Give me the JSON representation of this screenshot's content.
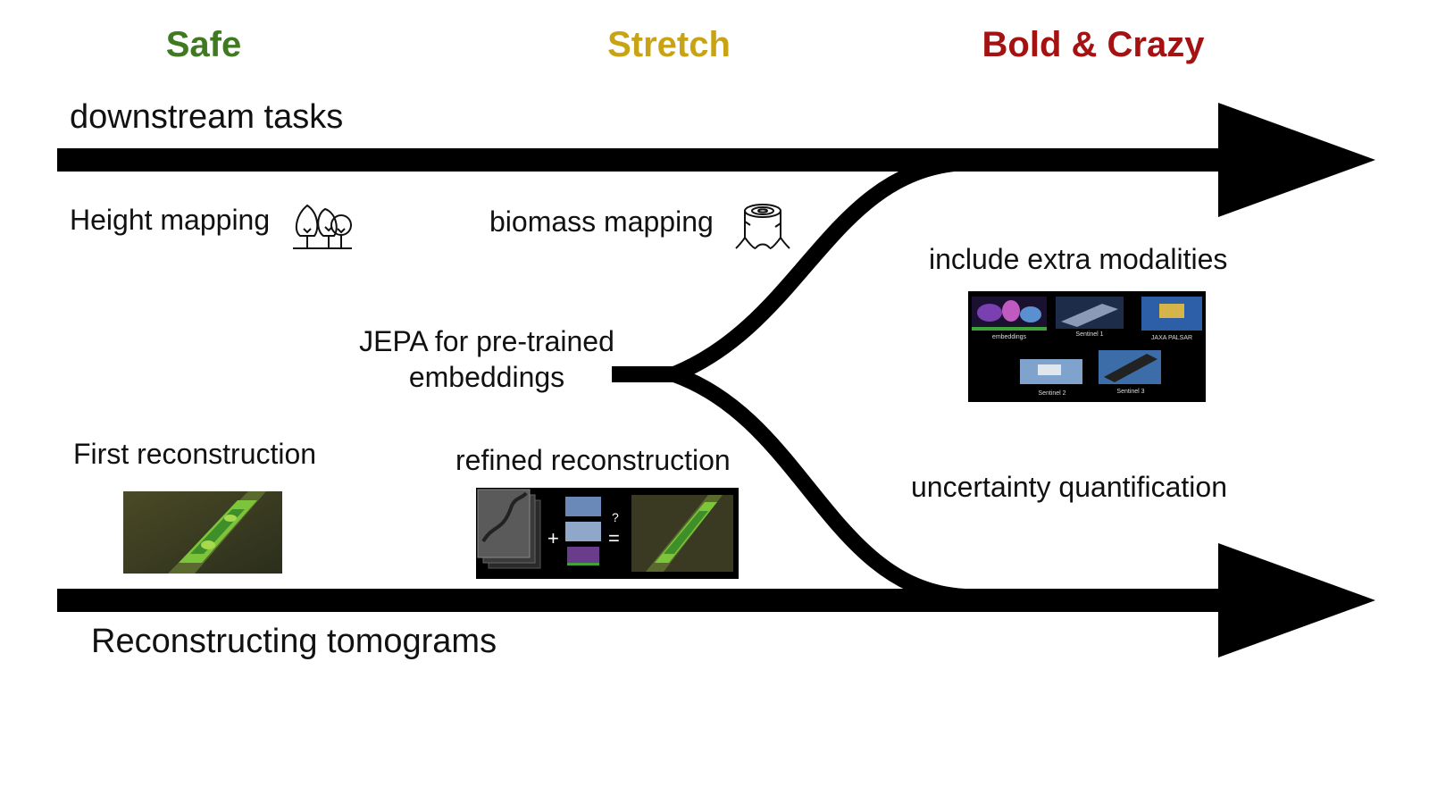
{
  "headers": {
    "safe": "Safe",
    "stretch": "Stretch",
    "bold": "Bold & Crazy"
  },
  "colors": {
    "safe": "#3f7a22",
    "stretch": "#c8a415",
    "bold": "#a51212",
    "line": "#000000"
  },
  "tracks": {
    "top": "downstream tasks",
    "bottom": "Reconstructing tomograms"
  },
  "labels": {
    "height_mapping": "Height mapping",
    "biomass_mapping": "biomass mapping",
    "jepa_line1": "JEPA for pre-trained",
    "jepa_line2": "embeddings",
    "extra_modalities": "include extra modalities",
    "uncertainty": "uncertainty quantification",
    "first_reconstruction": "First reconstruction",
    "refined_reconstruction": "refined reconstruction"
  },
  "modalities": {
    "captions": [
      "embeddings",
      "Sentinel 1",
      "JAXA PALSAR",
      "Sentinel 2",
      "Sentinel 3"
    ]
  },
  "refined_equation": {
    "plus": "+",
    "equals": "=",
    "question": "?"
  },
  "icons": {
    "trees": "trees-icon",
    "stump": "tree-stump-icon"
  }
}
